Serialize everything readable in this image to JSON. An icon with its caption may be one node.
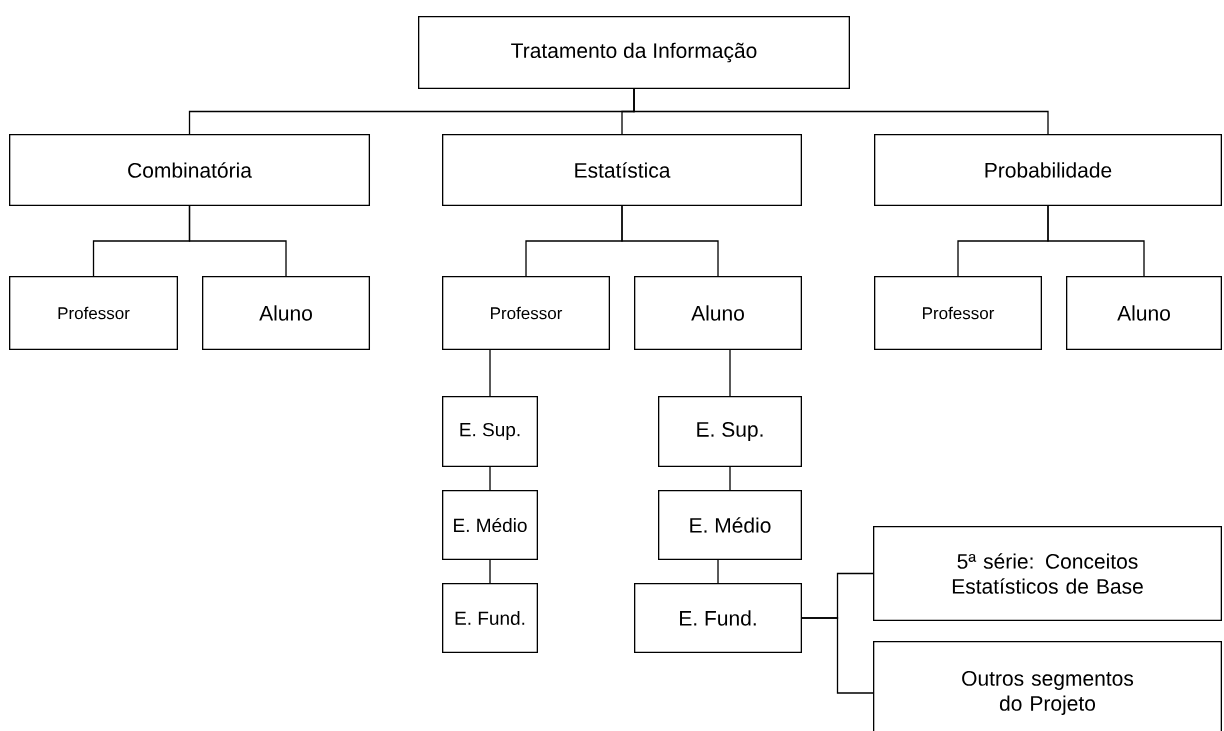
{
  "diagram": {
    "nodes": [
      {
        "text": [
          "Tratamento da Informação"
        ]
      },
      {
        "text": [
          "Combinatória"
        ]
      },
      {
        "text": [
          "Estatística"
        ]
      },
      {
        "text": [
          "Probabilidade"
        ]
      },
      {
        "text": [
          "Professor"
        ]
      },
      {
        "text": [
          "Aluno"
        ]
      },
      {
        "text": [
          "Professor"
        ]
      },
      {
        "text": [
          "Aluno"
        ]
      },
      {
        "text": [
          "Professor"
        ]
      },
      {
        "text": [
          "Aluno"
        ]
      },
      {
        "text": [
          "E. Sup."
        ]
      },
      {
        "text": [
          "E. Sup."
        ]
      },
      {
        "text": [
          "E. Médio"
        ]
      },
      {
        "text": [
          "E. Médio"
        ]
      },
      {
        "text": [
          "5ª série: Conceitos Estatísticos de Base"
        ]
      },
      {
        "text": [
          "E. Fund."
        ]
      },
      {
        "text": [
          "E. Fund."
        ]
      },
      {
        "text": [
          "Outros segmentos do Projeto"
        ]
      }
    ],
    "edges": [
      {
        "from": 0,
        "to": 1,
        "arrow": "none"
      },
      {
        "from": 0,
        "to": 2,
        "arrow": "none"
      },
      {
        "from": 0,
        "to": 3,
        "arrow": "none"
      },
      {
        "from": 1,
        "to": 4,
        "arrow": "none"
      },
      {
        "from": 1,
        "to": 5,
        "arrow": "none"
      },
      {
        "from": 2,
        "to": 6,
        "arrow": "none"
      },
      {
        "from": 2,
        "to": 7,
        "arrow": "none"
      },
      {
        "from": 3,
        "to": 8,
        "arrow": "none"
      },
      {
        "from": 3,
        "to": 9,
        "arrow": "none"
      },
      {
        "from": 6,
        "to": 10,
        "arrow": "none"
      },
      {
        "from": 7,
        "to": 11,
        "arrow": "none"
      },
      {
        "from": 10,
        "to": 12,
        "arrow": "none"
      },
      {
        "from": 11,
        "to": 13,
        "arrow": "none"
      },
      {
        "from": 12,
        "to": 15,
        "arrow": "none"
      },
      {
        "from": 13,
        "to": 16,
        "arrow": "none"
      },
      {
        "from": 16,
        "to": 14,
        "arrow": "none"
      },
      {
        "from": 16,
        "to": 17,
        "arrow": "none"
      }
    ]
  }
}
